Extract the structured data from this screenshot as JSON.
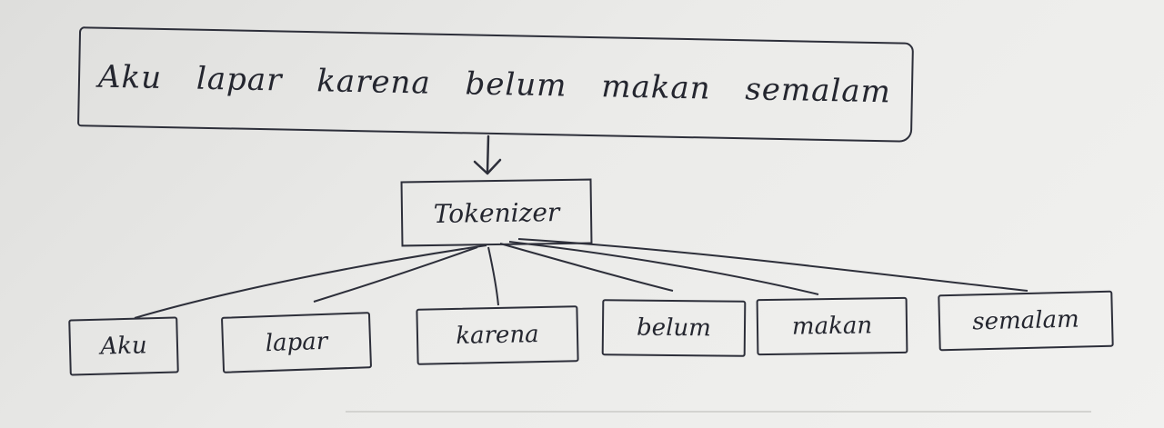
{
  "input_sentence": {
    "words": [
      "Aku",
      "lapar",
      "karena",
      "belum",
      "makan",
      "semalam"
    ]
  },
  "tokenizer": {
    "label": "Tokenizer"
  },
  "tokens": [
    "Aku",
    "lapar",
    "karena",
    "belum",
    "makan",
    "semalam"
  ],
  "colors": {
    "paper": "#e9e9e7",
    "ink": "#2d2f3a"
  }
}
